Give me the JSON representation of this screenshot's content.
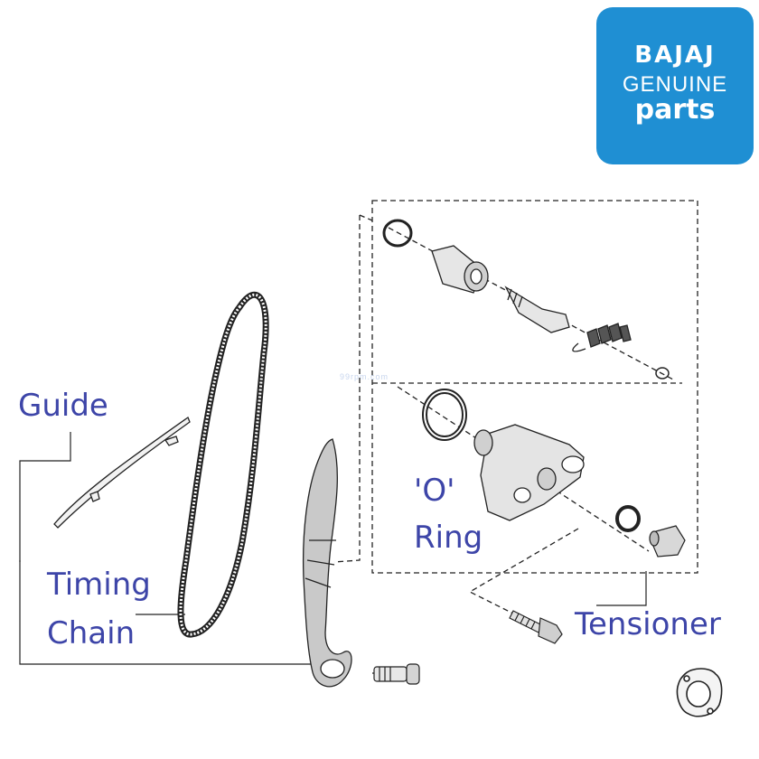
{
  "brand": {
    "line1": "BAJAJ",
    "line2": "GENUINE",
    "line3": "parts",
    "background_color": "#1f8fd3",
    "text_color": "#ffffff"
  },
  "watermark": "99rpm.com",
  "labels": {
    "guide": "Guide",
    "timing_line1": "Timing",
    "timing_line2": "Chain",
    "o_ring_line1": "'O'",
    "o_ring_line2": "Ring",
    "tensioner": "Tensioner",
    "label_color": "#3d45a8"
  }
}
